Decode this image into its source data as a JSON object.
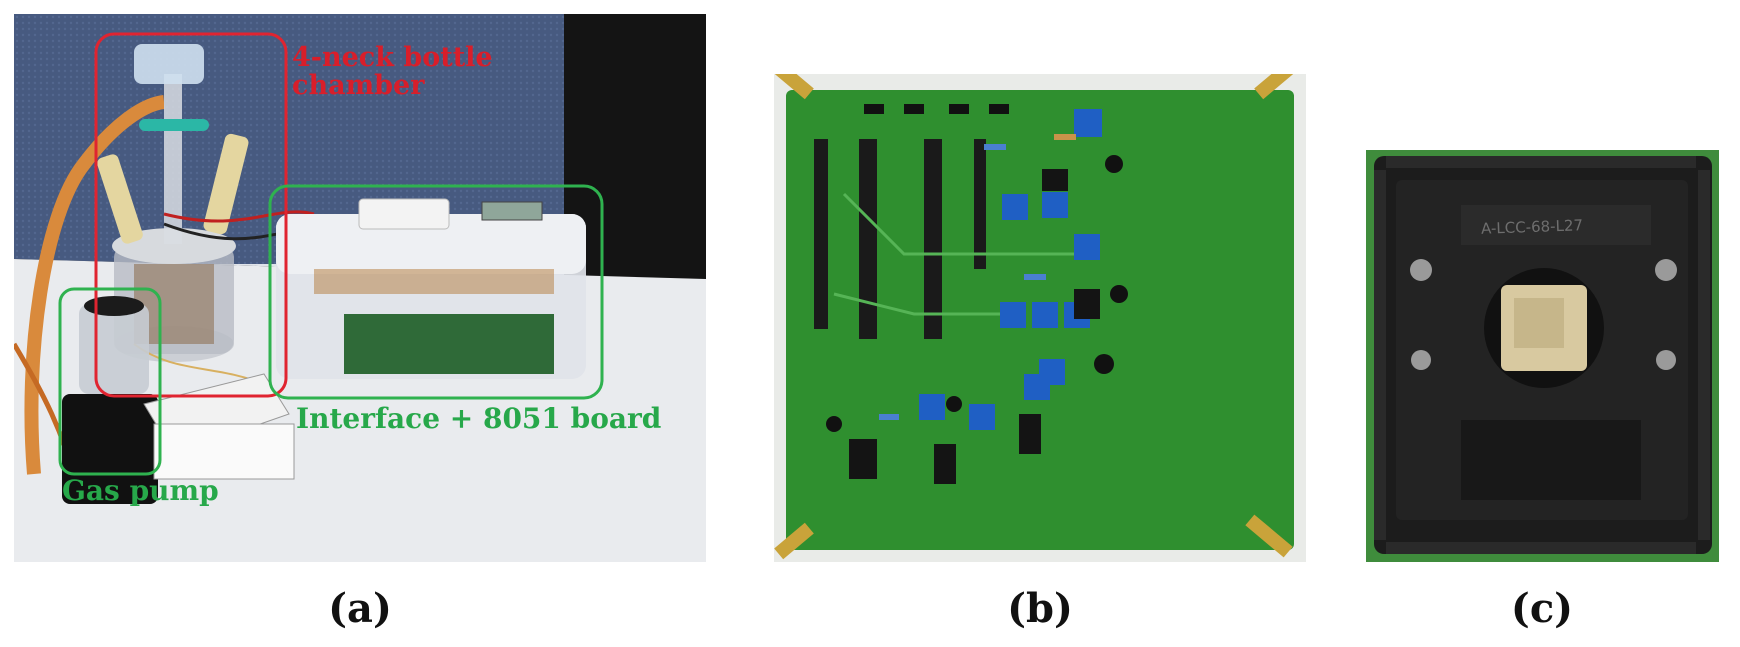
{
  "panels": [
    {
      "id": "a",
      "caption": "(a)",
      "labels": {
        "chamber": "4-neck bottle\nchamber",
        "interface": "Interface + 8051 board",
        "pump": "Gas pump"
      },
      "colors": {
        "chamber_box": "#e02430",
        "green_box": "#2fb24f"
      }
    },
    {
      "id": "b",
      "caption": "(b)",
      "colors": {
        "pcb": "#2e8b2e",
        "trimpot": "#1f5fc4"
      }
    },
    {
      "id": "c",
      "caption": "(c)",
      "socket_marking": "A-LCC-68-L27",
      "colors": {
        "socket": "#1c1c1c",
        "die": "#d8c9a0"
      }
    }
  ]
}
